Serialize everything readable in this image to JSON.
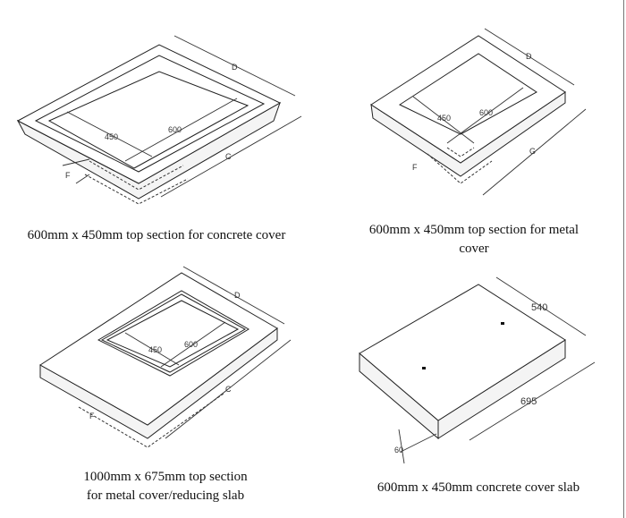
{
  "panels": [
    {
      "caption": "600mm x 450mm top section for concrete cover",
      "labels": {
        "d": "D",
        "c": "C",
        "w": "450",
        "l": "600",
        "f": "F"
      }
    },
    {
      "caption_line1": "600mm x 450mm top section for metal",
      "caption_line2": "cover",
      "labels": {
        "d": "D",
        "g": "G",
        "w": "450",
        "l": "600",
        "f": "F"
      }
    },
    {
      "caption_line1": "1000mm x 675mm top section",
      "caption_line2": "for metal cover/reducing slab",
      "labels": {
        "d": "D",
        "c": "C",
        "w": "450",
        "l": "600",
        "f": "F"
      }
    },
    {
      "caption": "600mm x 450mm concrete cover slab",
      "labels": {
        "width": "540",
        "length": "695",
        "thickness": "60"
      }
    }
  ]
}
